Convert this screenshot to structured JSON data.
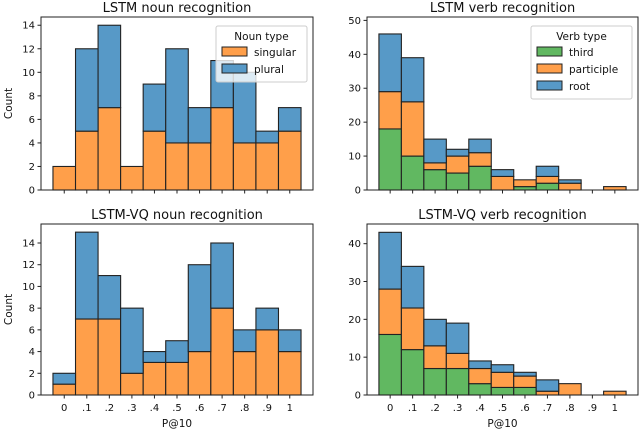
{
  "chart_data": [
    {
      "type": "bar",
      "stacked": true,
      "title": "LSTM noun recognition",
      "xlabel": "",
      "ylabel": "Count",
      "categories": [
        "0",
        ".1",
        ".2",
        ".3",
        ".4",
        ".5",
        ".6",
        ".7",
        ".8",
        ".9",
        "1"
      ],
      "show_xtick_labels": false,
      "ylim": [
        0,
        14.7
      ],
      "yticks": [
        0,
        2,
        4,
        6,
        8,
        10,
        12,
        14
      ],
      "legend": {
        "title": "Noun type",
        "placement": "top-right"
      },
      "series": [
        {
          "name": "singular",
          "color": "#ff9f4a",
          "values": [
            2,
            5,
            7,
            2,
            5,
            4,
            4,
            7,
            4,
            4,
            5
          ]
        },
        {
          "name": "plural",
          "color": "#5799c7",
          "values": [
            0,
            7,
            7,
            0,
            4,
            8,
            3,
            4,
            6,
            1,
            2
          ]
        }
      ]
    },
    {
      "type": "bar",
      "stacked": true,
      "title": "LSTM verb recognition",
      "xlabel": "",
      "ylabel": "",
      "categories": [
        "0",
        ".1",
        ".2",
        ".3",
        ".4",
        ".5",
        ".6",
        ".7",
        ".8",
        ".9",
        "1"
      ],
      "show_xtick_labels": false,
      "ylim": [
        0,
        51
      ],
      "yticks": [
        0,
        10,
        20,
        30,
        40,
        50
      ],
      "legend": {
        "title": "Verb type",
        "placement": "top-right"
      },
      "series": [
        {
          "name": "third",
          "color": "#61b861",
          "values": [
            18,
            10,
            6,
            5,
            7,
            0,
            1,
            2,
            0,
            0,
            0
          ]
        },
        {
          "name": "participle",
          "color": "#ff9f4a",
          "values": [
            11,
            16,
            2,
            5,
            4,
            4,
            2,
            2,
            2,
            0,
            1
          ]
        },
        {
          "name": "root",
          "color": "#5799c7",
          "values": [
            17,
            13,
            7,
            2,
            4,
            2,
            0,
            3,
            1,
            0,
            0
          ]
        }
      ]
    },
    {
      "type": "bar",
      "stacked": true,
      "title": "LSTM-VQ noun recognition",
      "xlabel": "P@10",
      "ylabel": "Count",
      "categories": [
        "0",
        ".1",
        ".2",
        ".3",
        ".4",
        ".5",
        ".6",
        ".7",
        ".8",
        ".9",
        "1"
      ],
      "show_xtick_labels": true,
      "ylim": [
        0,
        15.75
      ],
      "yticks": [
        0,
        2,
        4,
        6,
        8,
        10,
        12,
        14
      ],
      "series": [
        {
          "color": "#ff9f4a",
          "values": [
            1,
            7,
            7,
            2,
            3,
            3,
            4,
            8,
            4,
            6,
            4
          ]
        },
        {
          "color": "#5799c7",
          "values": [
            1,
            8,
            4,
            6,
            1,
            2,
            8,
            6,
            2,
            2,
            2
          ]
        }
      ]
    },
    {
      "type": "bar",
      "stacked": true,
      "title": "LSTM-VQ verb recognition",
      "xlabel": "P@10",
      "ylabel": "",
      "categories": [
        "0",
        ".1",
        ".2",
        ".3",
        ".4",
        ".5",
        ".6",
        ".7",
        ".8",
        ".9",
        "1"
      ],
      "show_xtick_labels": true,
      "ylim": [
        0,
        45.2
      ],
      "yticks": [
        0,
        10,
        20,
        30,
        40
      ],
      "series": [
        {
          "color": "#61b861",
          "values": [
            16,
            12,
            7,
            7,
            3,
            2,
            2,
            0,
            0,
            0,
            0
          ]
        },
        {
          "color": "#ff9f4a",
          "values": [
            12,
            11,
            6,
            4,
            4,
            4,
            3,
            1,
            3,
            0,
            1
          ]
        },
        {
          "color": "#5799c7",
          "values": [
            15,
            11,
            7,
            8,
            2,
            2,
            1,
            3,
            0,
            0,
            0
          ]
        }
      ]
    }
  ]
}
